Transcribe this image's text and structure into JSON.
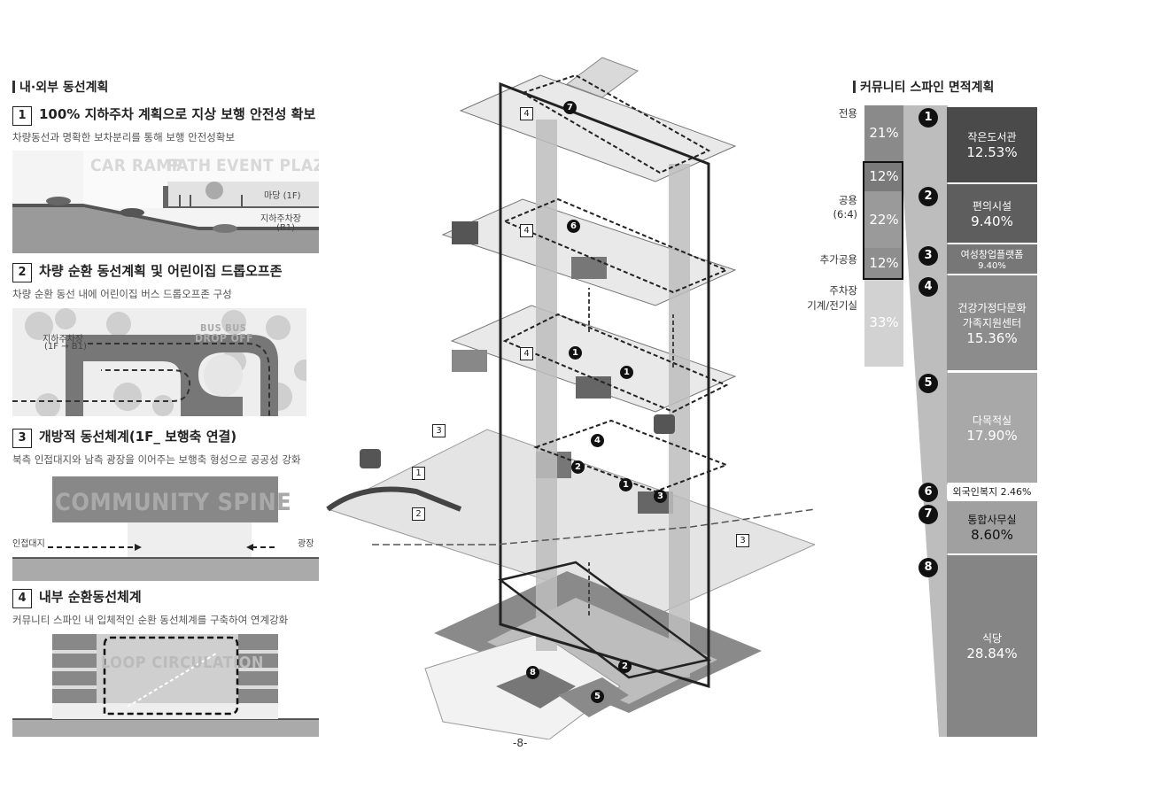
{
  "left": {
    "heading": "내·외부 동선계획",
    "items": [
      {
        "num": "1",
        "title": "100% 지하주차 계획으로 지상 보행 안전성 확보",
        "sub": "차량동선과 명확한 보차분리를 통해 보행 안전성확보",
        "ghost": [
          "CAR RAMP",
          "PATH",
          "EVENT PLAZA"
        ],
        "labels": [
          "마당 (1F)",
          "지하주차장",
          "(B1)"
        ]
      },
      {
        "num": "2",
        "title": "차량 순환 동선계획 및 어린이집 드롭오프존",
        "sub": "차량 순환 동선 내에 어린이집 버스 드롭오프존 구성",
        "ghost": [
          "BUS BUS",
          "DROP OFF"
        ],
        "labels": [
          "지하주차장",
          "(1F → B1)"
        ]
      },
      {
        "num": "3",
        "title": "개방적 동선체계(1F_ 보행축 연결)",
        "sub": "북측 인접대지와 남측 광장을 이어주는 보행축 형성으로 공공성 강화",
        "ghost": [
          "COMMUNITY SPINE"
        ],
        "labels": [
          "인접대지",
          "광장"
        ]
      },
      {
        "num": "4",
        "title": "내부 순환동선체계",
        "sub": "커뮤니티 스파인 내 입체적인 순환 동선체계를 구축하여 연계강화",
        "ghost": [
          "LOOP CIRCULATION"
        ]
      }
    ]
  },
  "center": {
    "page_number": "-8-",
    "box_labels": [
      "4",
      "4",
      "4",
      "3",
      "1",
      "2",
      "3"
    ],
    "circle_labels": [
      "7",
      "6",
      "1",
      "1",
      "4",
      "2",
      "1",
      "3",
      "2",
      "8",
      "5"
    ]
  },
  "right": {
    "heading": "커뮤니티 스파인 면적계획",
    "side_labels": {
      "exclusive": "전용",
      "common": "공용",
      "common_ratio": "(6:4)",
      "added": "추가공용",
      "parking1": "주차장",
      "parking2": "기계/전기실"
    },
    "bars": [
      {
        "pct": "21%",
        "color": "#8a8a8a"
      },
      {
        "pct": "12%",
        "color": "#7a7a7a"
      },
      {
        "pct": "22%",
        "color": "#9a9a9a"
      },
      {
        "pct": "12%",
        "color": "#8e8e8e"
      },
      {
        "pct": "33%",
        "color": "#d2d2d2"
      }
    ],
    "facilities": [
      {
        "n": "1",
        "name": "작은도서관",
        "pct": "12.53%",
        "color": "#4a4a4a"
      },
      {
        "n": "2",
        "name": "편의시설",
        "pct": "9.40%",
        "color": "#5e5e5e"
      },
      {
        "n": "3",
        "name": "여성창업플랫폼",
        "pct": "9.40%",
        "color": "#777777"
      },
      {
        "n": "4",
        "name": "건강가정다문화",
        "name2": "가족지원센터",
        "pct": "15.36%",
        "color": "#8c8c8c"
      },
      {
        "n": "5",
        "name": "다목적실",
        "pct": "17.90%",
        "color": "#a8a8a8"
      },
      {
        "n": "6",
        "name": "외국인복지 2.46%",
        "pct": "",
        "color": "#ffffff"
      },
      {
        "n": "7",
        "name": "통합사무실",
        "pct": "8.60%",
        "color": "#a0a0a0"
      },
      {
        "n": "8",
        "name": "식당",
        "pct": "28.84%",
        "color": "#858585"
      }
    ]
  }
}
